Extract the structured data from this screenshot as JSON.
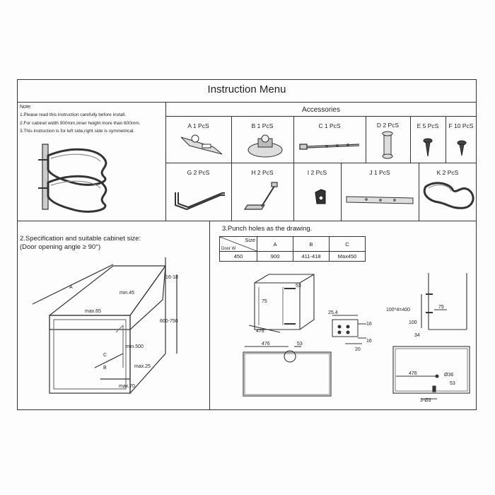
{
  "title": "Instruction Menu",
  "note": {
    "label": "Note:",
    "lines": [
      "1.Please read this instruction carefully before install.",
      "2.For cabinet width 900mm,inner height more than 600mm.",
      "3.This instruction is for left side,right side is symmetrical."
    ]
  },
  "accessories": {
    "header": "Accessories",
    "items": [
      {
        "label": "A 1 PcS",
        "icon": "mounting-plate-icon"
      },
      {
        "label": "B 1 PcS",
        "icon": "pivot-base-icon"
      },
      {
        "label": "C 1 PcS",
        "icon": "rod-icon"
      },
      {
        "label": "D 2 PcS",
        "icon": "sleeve-icon"
      },
      {
        "label": "E 5 PcS",
        "icon": "screw-icon"
      },
      {
        "label": "F 10 PcS",
        "icon": "screw-icon"
      },
      {
        "label": "G 2 PcS",
        "icon": "handle-bar-icon"
      },
      {
        "label": "H 2 PcS",
        "icon": "arm-bracket-icon"
      },
      {
        "label": "I 2 PcS",
        "icon": "clip-icon"
      },
      {
        "label": "J 1 PcS",
        "icon": "rail-icon"
      },
      {
        "label": "K 2 PcS",
        "icon": "kidney-basket-icon"
      }
    ]
  },
  "spec": {
    "title_line1": "2.Specification and suitable cabinet size:",
    "title_line2": "(Door opening angle ≥ 90°)",
    "dims": {
      "a": "A",
      "b": "B",
      "c": "C",
      "min45": "min.45",
      "d16_18": "16-18",
      "max65": "max.65",
      "d600_750": "600-750",
      "min500": "min.500",
      "max25": "max.25",
      "max70": "max.70"
    }
  },
  "punch": {
    "title": "3.Punch holes as the drawing.",
    "table": {
      "header_size": "Size",
      "header_door": "Door W",
      "headers": [
        "A",
        "B",
        "C"
      ],
      "row": [
        "450",
        "900",
        "411-418",
        "Max450"
      ]
    },
    "dims": {
      "d53a": "53",
      "d75a": "75",
      "d476a": "476",
      "d254": "25.4",
      "d16a": "16",
      "d16b": "16",
      "d20": "20",
      "d476b": "476",
      "d53b": "53",
      "d100x4": "100*4=400",
      "d75b": "75",
      "d100": "100",
      "d34": "34",
      "d476c": "476",
      "dia36": "Ø36",
      "d53c": "53",
      "dia3": "3-Ø3"
    }
  }
}
